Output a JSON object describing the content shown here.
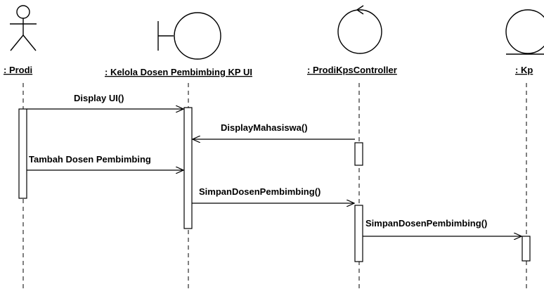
{
  "participants": {
    "prodi": ": Prodi",
    "kelola": ": Kelola Dosen Pembimbing KP UI",
    "controller": ": ProdiKpsController",
    "kp": ": Kp"
  },
  "messages": {
    "m1": "Display UI()",
    "m2": "DisplayMahasiswa()",
    "m3": "Tambah Dosen Pembimbing",
    "m4": "SimpanDosenPembimbing()",
    "m5": "SimpanDosenPembimbing()"
  }
}
